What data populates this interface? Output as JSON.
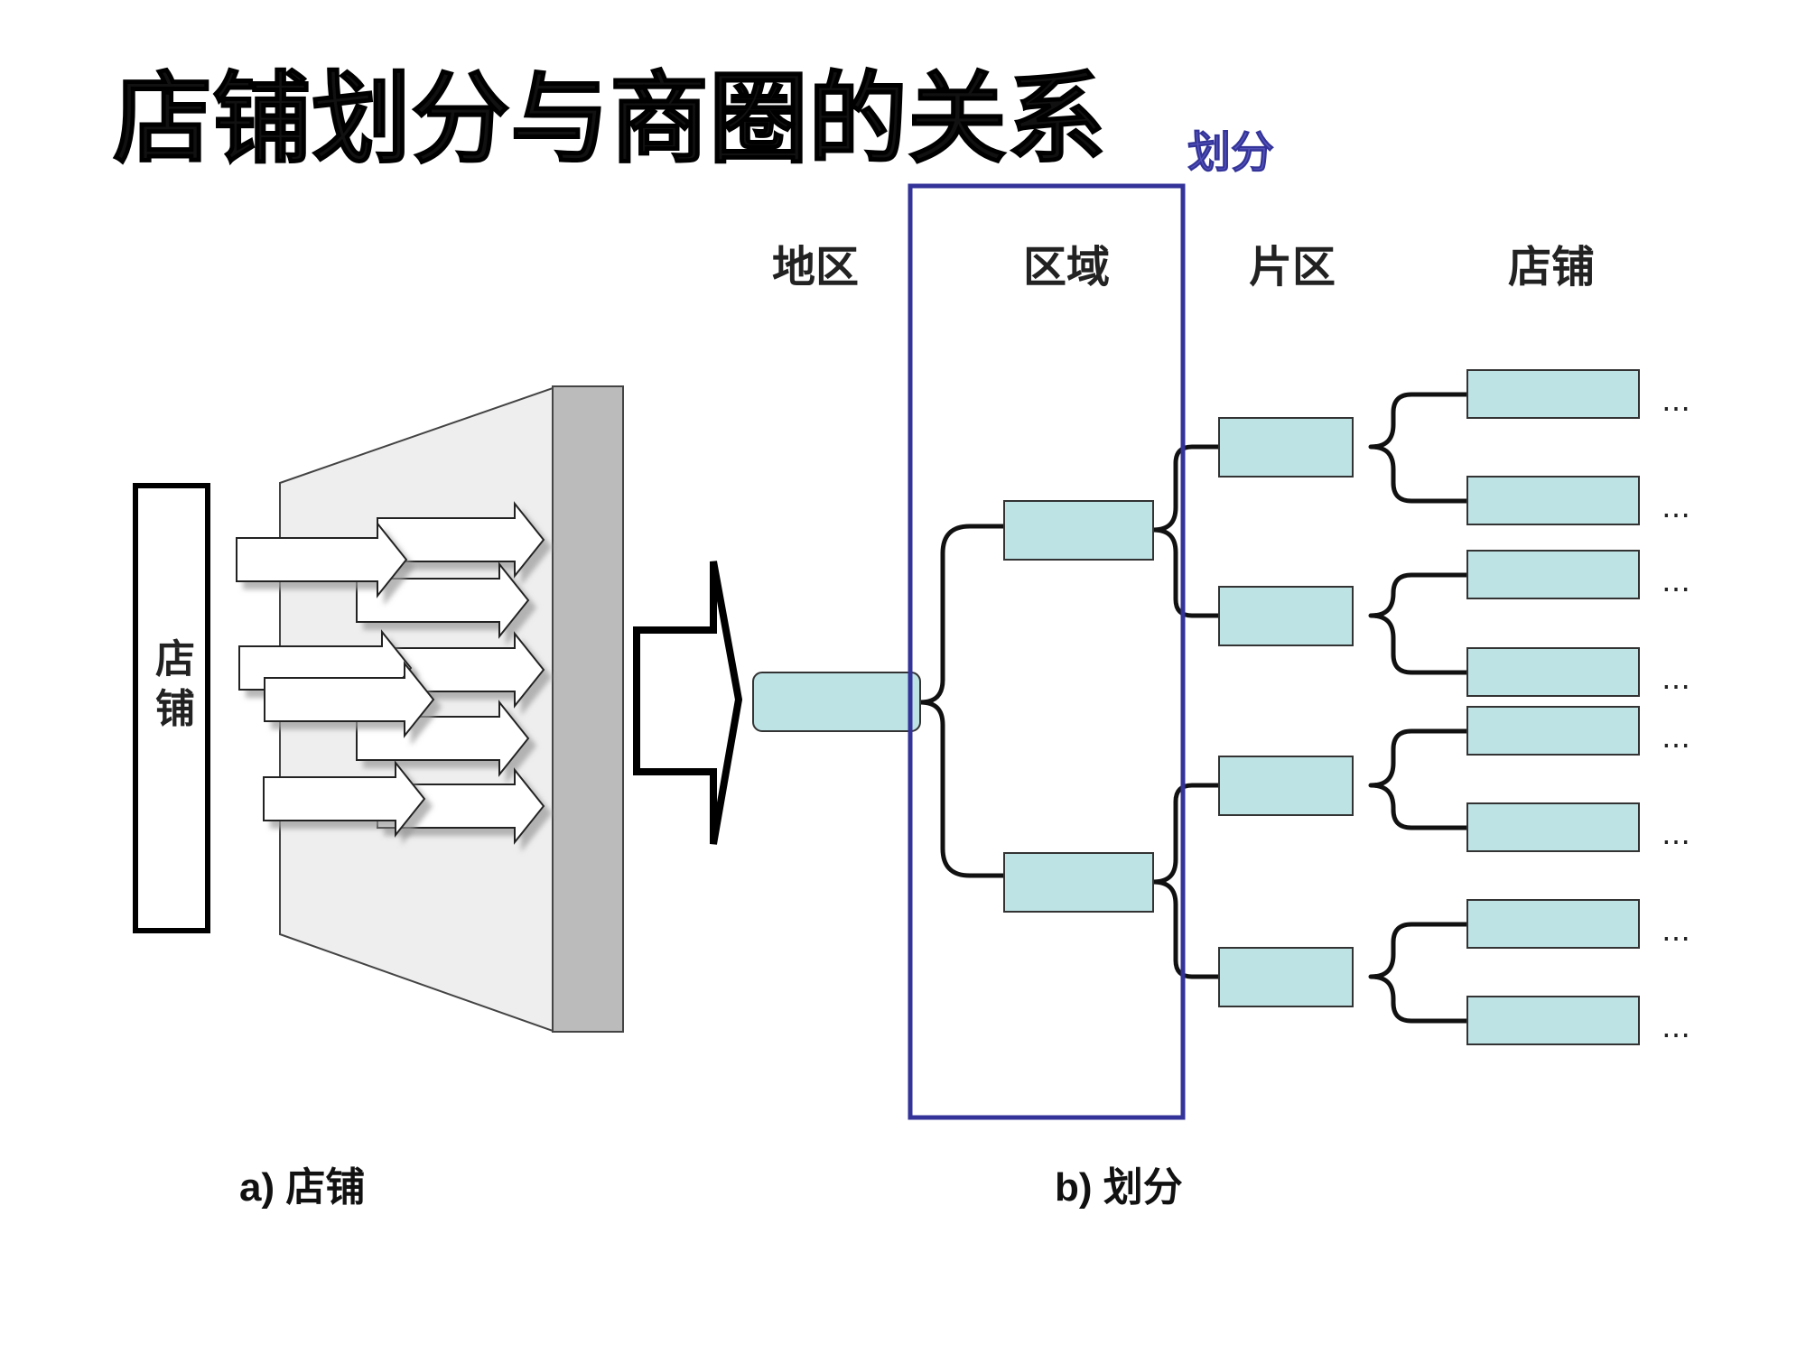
{
  "title": "店铺划分与商圈的关系",
  "highlight_label": "划分",
  "columns": {
    "region": "地区",
    "area": "区域",
    "district": "片区",
    "store": "店铺"
  },
  "left_box_label": [
    "店",
    "铺"
  ],
  "captions": {
    "a": "a)  店铺",
    "b": "b)  划分"
  },
  "ellipsis": "…",
  "colors": {
    "node_fill": "#bde3e5",
    "frame_stroke": "#333399",
    "highlight_text": "#5555bb",
    "panel_fill": "#eeeeee",
    "wall_fill": "#bbbbbb"
  },
  "tree": {
    "root": "",
    "areas": [
      {
        "districts": [
          {
            "stores": 2
          },
          {
            "stores": 2
          }
        ]
      },
      {
        "districts": [
          {
            "stores": 2
          },
          {
            "stores": 2
          }
        ]
      }
    ]
  }
}
